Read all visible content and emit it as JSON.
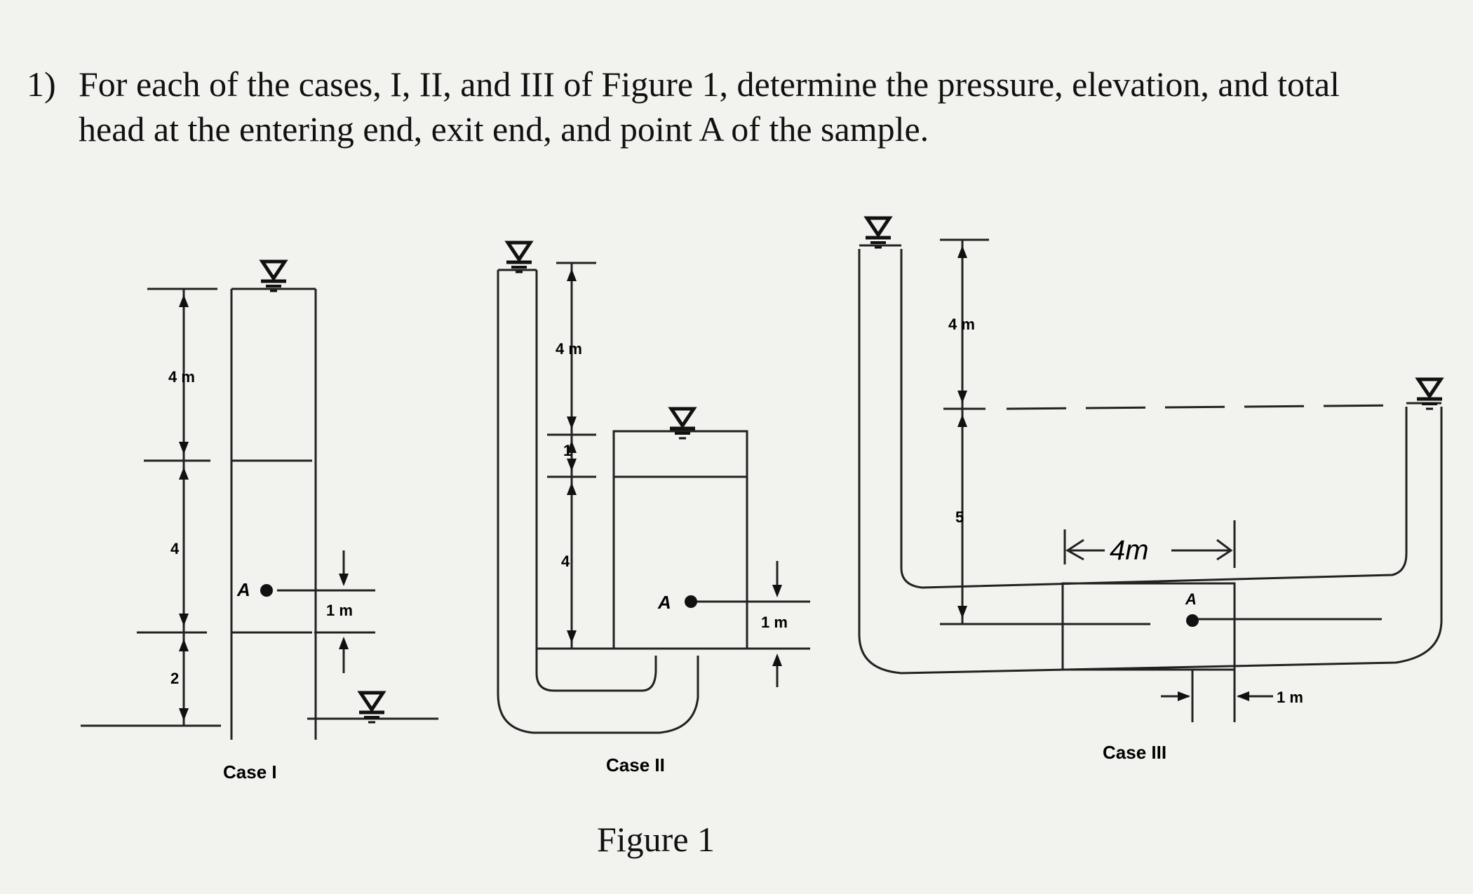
{
  "question": {
    "number": "1)",
    "text": "For each of the cases, I, II, and III of Figure 1, determine the pressure, elevation, and total head at the entering end, exit end, and point A of the sample."
  },
  "figure": {
    "caption": "Figure 1",
    "case1": {
      "label": "Case I",
      "dim_top": "4 m",
      "dim_mid": "4",
      "dim_bottom": "2",
      "dim_a": "1 m",
      "point": "A"
    },
    "case2": {
      "label": "Case II",
      "dim_top": "4 m",
      "dim_1": "1",
      "dim_2": "4",
      "dim_a": "1 m",
      "point": "A"
    },
    "case3": {
      "label": "Case III",
      "dim_top": "4 m",
      "dim_5": "5",
      "dim_len": "4m",
      "dim_a": "1 m",
      "point": "A"
    }
  }
}
